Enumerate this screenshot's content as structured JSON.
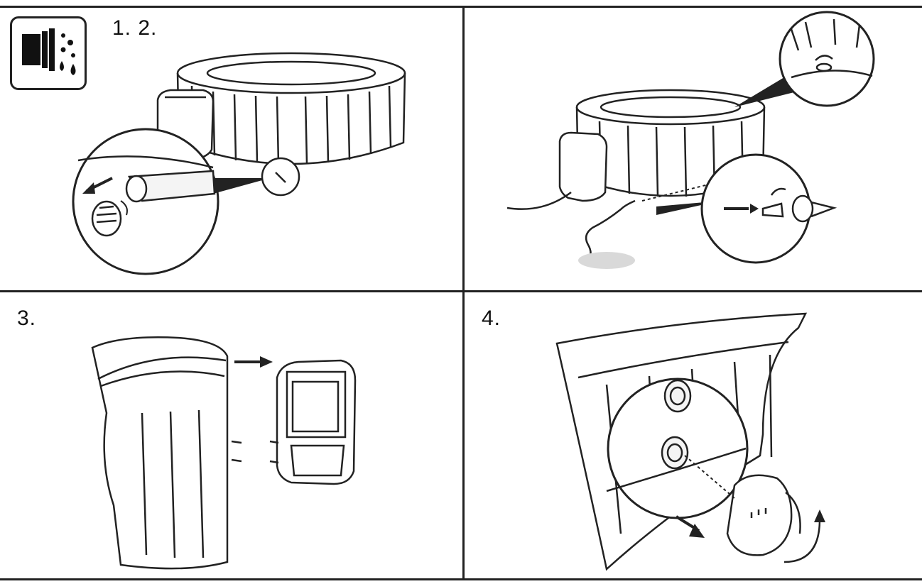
{
  "steps": {
    "step_1_2": "1. 2.",
    "step_3": "3.",
    "step_4": "4."
  },
  "icons": {
    "drain_icon": "drain-water-icon"
  },
  "colors": {
    "line": "#222222",
    "fill_light": "#f4f4f4",
    "water_puddle": "#d9d9d9"
  }
}
